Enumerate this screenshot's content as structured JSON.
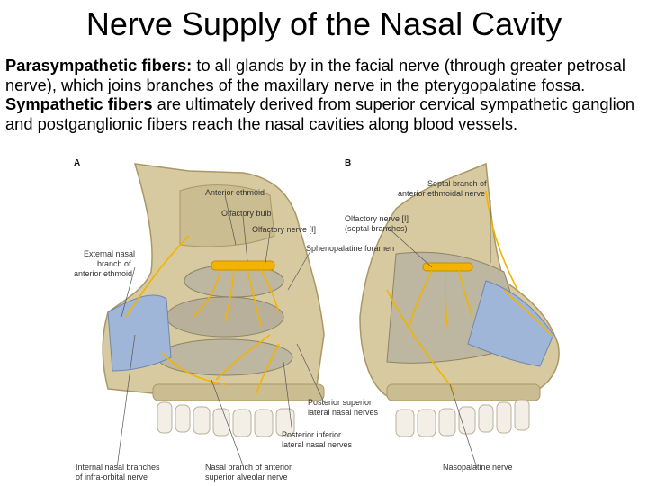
{
  "title": "Nerve Supply of the Nasal Cavity",
  "para1": {
    "bold": "Parasympathetic fibers:",
    "text": " to all glands by in the facial nerve (through greater petrosal nerve), which joins branches of the maxillary nerve in the pterygopalatine fossa."
  },
  "para2": {
    "bold": "Sympathetic fibers",
    "text": " are ultimately derived from superior cervical sympathetic ganglion and postganglionic fibers reach the nasal cavities along blood vessels."
  },
  "figure": {
    "panel_a": "A",
    "panel_b": "B",
    "labels": {
      "anterior_ethmoid": "Anterior ethmoid",
      "olfactory_bulb": "Olfactory bulb",
      "olfactory_nerve": "Olfactory nerve [I]",
      "external_nasal_1": "External nasal",
      "external_nasal_2": "branch of",
      "external_nasal_3": "anterior ethmoid",
      "sphenopalatine": "Sphenopalatine foramen",
      "septal_1": "Septal branch of",
      "septal_2": "anterior ethmoidal nerve",
      "olf_septal_1": "Olfactory nerve [I]",
      "olf_septal_2": "(septal branches)",
      "post_sup_1": "Posterior superior",
      "post_sup_2": "lateral nasal nerves",
      "post_inf_1": "Posterior inferior",
      "post_inf_2": "lateral nasal nerves",
      "internal_nasal_1": "Internal nasal branches",
      "internal_nasal_2": "of infra-orbital nerve",
      "nasal_branch_1": "Nasal branch of anterior",
      "nasal_branch_2": "superior alveolar nerve",
      "nasopalatine": "Nasopalatine nerve"
    }
  },
  "colors": {
    "bone": "#d8caa0",
    "bone_dark": "#a99766",
    "mucosa": "#bdb6a0",
    "nerve": "#f2b400",
    "cartilage": "#9fb6d8",
    "tooth": "#f3efe6"
  }
}
